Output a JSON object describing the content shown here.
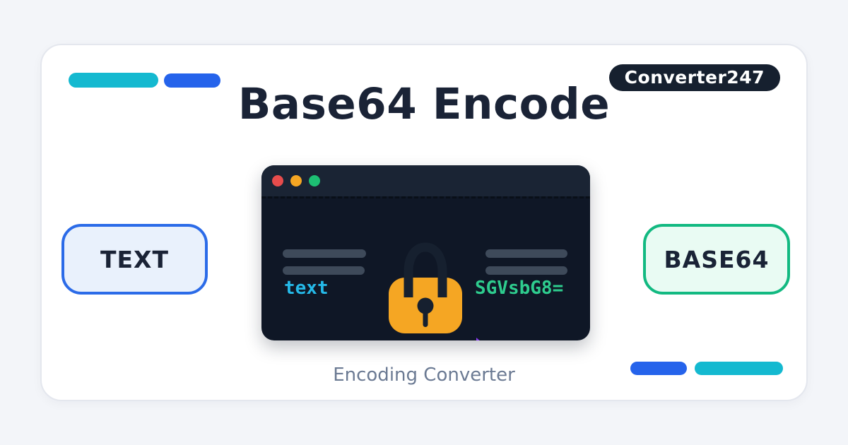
{
  "page": {
    "background_color": "#f3f5f9",
    "card_background": "#ffffff",
    "card_border_color": "#e4e7ee"
  },
  "header": {
    "brand_badge": "Converter247",
    "title": "Base64 Encode"
  },
  "decor_pills": {
    "top_left": [
      {
        "name": "cyan-pill",
        "color": "#14b9d0"
      },
      {
        "name": "blue-pill",
        "color": "#2563eb"
      }
    ],
    "bottom_right": [
      {
        "name": "blue-pill",
        "color": "#2563eb"
      },
      {
        "name": "cyan-pill",
        "color": "#14b9d0"
      }
    ]
  },
  "conversion": {
    "input_box": {
      "label": "TEXT",
      "border_color": "#2b6be8",
      "background": "#e9f1fc"
    },
    "output_box": {
      "label": "BASE64",
      "border_color": "#12b981",
      "background": "#e9fbf3"
    }
  },
  "code_window": {
    "titlebar_color": "#1a2434",
    "body_color": "#0f1726",
    "traffic_lights": [
      {
        "name": "close-dot",
        "color": "#e74c4c"
      },
      {
        "name": "minimize-dot",
        "color": "#f5a623"
      },
      {
        "name": "maximize-dot",
        "color": "#1dbf73"
      }
    ],
    "placeholder_bar_color": "#3e4a5a",
    "input_code": "text",
    "input_code_color": "#25b9e8",
    "output_code": "SGVsbG8=",
    "output_code_color": "#2ecc8e",
    "lock_icon_color": "#f5a623",
    "lock_shackle_color": "#16202f",
    "arrow_color": "#8a3df2"
  },
  "footer": {
    "caption": "Encoding Converter"
  }
}
